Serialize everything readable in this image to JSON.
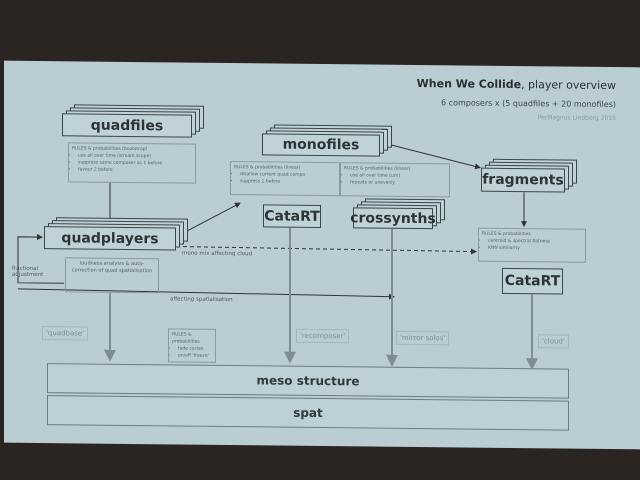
{
  "title": {
    "bold": "When We Collide",
    "rest": ", player overview"
  },
  "subtitle": "6 composers x (5 quadfiles + 20 monofiles)",
  "author": "PerMagnus Lindborg 2015",
  "nodes": {
    "quadfiles": "quadfiles",
    "monofiles": "monofiles",
    "fragments": "fragments",
    "quadplayers": "quadplayers",
    "catart_1": "CataRT",
    "crossynths": "crossynths",
    "catart_2": "CataRT",
    "meso": "meso structure",
    "spat": "spat"
  },
  "rules": {
    "quadfiles": {
      "title": "RULES & probabilities (bootstrap)",
      "items": [
        "use all over time (stream scope)",
        "suppress same composer as 1 before",
        "favour 2 before"
      ]
    },
    "monofiles_a": {
      "title": "RULES & probabilities (linear)",
      "items": [
        "disallow current quad compo",
        "suppress 1 before"
      ]
    },
    "monofiles_b": {
      "title": "RULES & probabilities (linear)",
      "items": [
        "use all over time (urn)",
        "repeats or unevenly"
      ]
    },
    "fragments": {
      "title": "RULES & probabilities",
      "items": [
        "centroid & spectral flatness",
        "KNN similarity"
      ]
    },
    "meso": {
      "title": "RULES & probabilities",
      "items": [
        "fade cycles",
        "on/off 'freeze'"
      ]
    }
  },
  "loudness": "loudness analysis & auto-correction of quad spatialisation",
  "notes": {
    "fractional": "fractional adjustment",
    "mono_mix": "mono mix affecting cloud",
    "spatialisation": "affecting spatialisation"
  },
  "outputs": [
    "'quadbase'",
    "'recomposer'",
    "'mirror solos'",
    "'cloud'"
  ]
}
